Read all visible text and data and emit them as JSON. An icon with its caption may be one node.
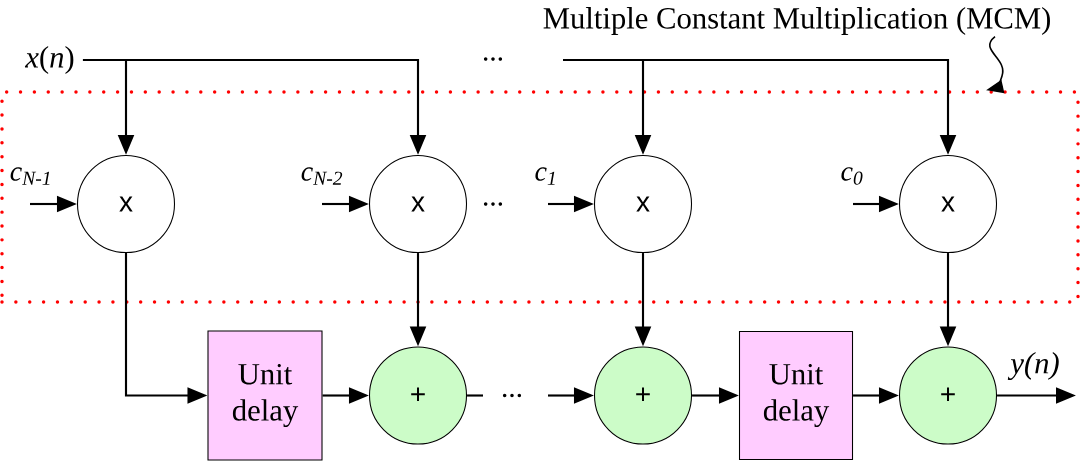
{
  "diagram": {
    "nodes": [
      {
        "text": [
          "Multiple Constant Multiplication (MCM)"
        ]
      },
      {
        "text": [
          "*x*(*n*)"
        ]
      },
      {
        "text": [],
        "shape": "box"
      },
      {
        "text": [
          "x"
        ],
        "in": 2
      },
      {
        "text": [
          "x"
        ],
        "in": 2
      },
      {
        "text": [
          "x"
        ],
        "in": 2
      },
      {
        "text": [
          "x"
        ],
        "in": 2
      },
      {
        "text": [
          "Unit delay"
        ]
      },
      {
        "text": [
          "+"
        ]
      },
      {
        "text": [
          "+"
        ]
      },
      {
        "text": [
          "Unit delay"
        ]
      },
      {
        "text": [
          "+"
        ]
      }
    ],
    "edges": [
      {
        "from": 0,
        "to": 2,
        "arrow": "to"
      },
      {
        "from": 1,
        "to": 3,
        "arrow": "to"
      },
      {
        "from": 1,
        "to": 4,
        "arrow": "to"
      },
      {
        "from": null,
        "to": 5,
        "arrow": "to"
      },
      {
        "from": null,
        "to": 6,
        "arrow": "to"
      },
      {
        "from": null,
        "to": 3,
        "arrow": "to",
        "label": "c$_{N-1}$"
      },
      {
        "from": null,
        "to": 4,
        "arrow": "to",
        "label": "c$_{N-2}$"
      },
      {
        "from": null,
        "to": 5,
        "arrow": "to",
        "label": "c$_{1}$"
      },
      {
        "from": null,
        "to": 6,
        "arrow": "to",
        "label": "c$_{0}$"
      },
      {
        "from": 3,
        "to": 7,
        "arrow": "to"
      },
      {
        "from": 7,
        "to": 8,
        "arrow": "to"
      },
      {
        "from": 4,
        "to": 8,
        "arrow": "to"
      },
      {
        "from": 8,
        "to": null,
        "arrow": "none"
      },
      {
        "from": null,
        "to": 9,
        "arrow": "to"
      },
      {
        "from": 5,
        "to": 9,
        "arrow": "to"
      },
      {
        "from": 9,
        "to": 10,
        "arrow": "to"
      },
      {
        "from": 10,
        "to": 11,
        "arrow": "to"
      },
      {
        "from": 6,
        "to": 11,
        "arrow": "to"
      },
      {
        "from": 11,
        "to": null,
        "arrow": "to",
        "label": "*y*(*n*)"
      }
    ],
    "labels": [
      "...",
      "...",
      "..."
    ]
  }
}
